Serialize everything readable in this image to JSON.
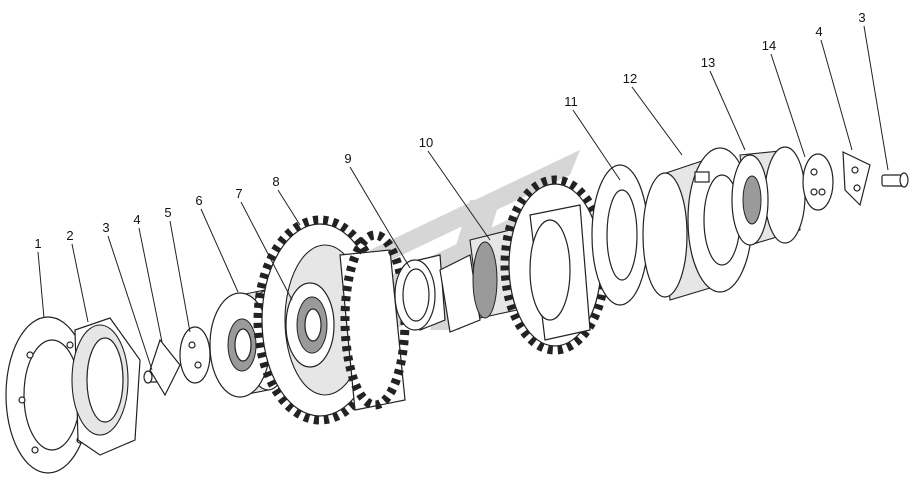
{
  "diagram": {
    "callouts": [
      {
        "number": "1",
        "part": "flange"
      },
      {
        "number": "2",
        "part": "housing-cover"
      },
      {
        "number": "3",
        "part": "bolt"
      },
      {
        "number": "4",
        "part": "lock-plate"
      },
      {
        "number": "5",
        "part": "washer-plate"
      },
      {
        "number": "6",
        "part": "ball-bearing"
      },
      {
        "number": "7",
        "part": "roller-bearing"
      },
      {
        "number": "8",
        "part": "gear"
      },
      {
        "number": "9",
        "part": "spacer-ring"
      },
      {
        "number": "10",
        "part": "splined-shaft"
      },
      {
        "number": "11",
        "part": "gasket"
      },
      {
        "number": "12",
        "part": "bearing-housing"
      },
      {
        "number": "13",
        "part": "bearing"
      },
      {
        "number": "14",
        "part": "end-washer"
      },
      {
        "number": "4",
        "part": "lock-plate-right"
      },
      {
        "number": "3",
        "part": "bolt-right"
      }
    ],
    "colors": {
      "line": "#222222",
      "watermark": "#c8c8c8"
    }
  }
}
